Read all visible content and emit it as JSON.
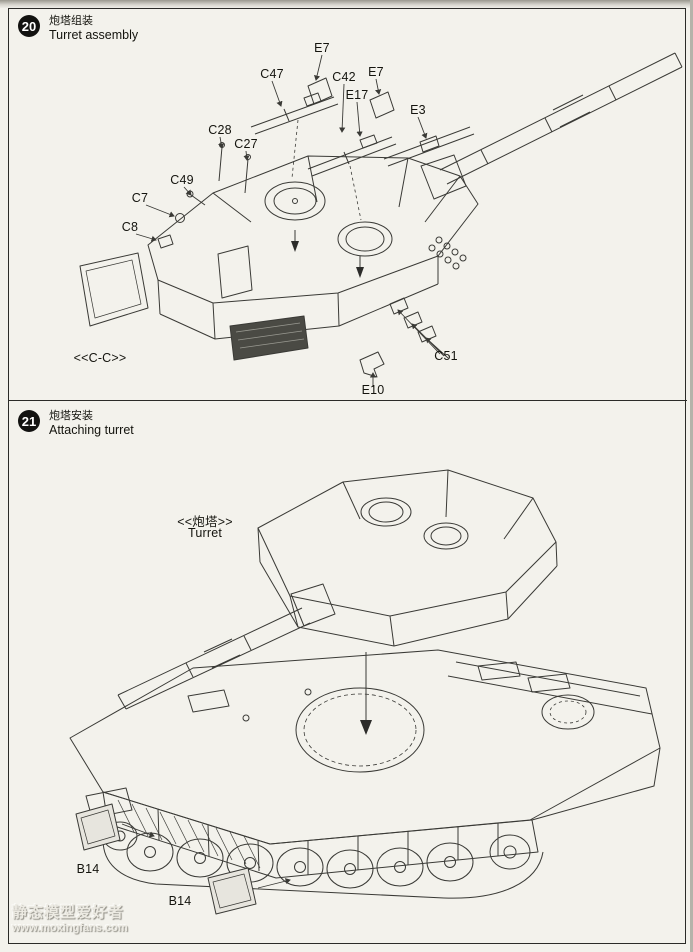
{
  "page": {
    "watermark": {
      "name": "静态模型爱好者",
      "url": "www.moxingfans.com"
    }
  },
  "panels": [
    {
      "step_number": "20",
      "title_zh": "炮塔组装",
      "title_en": "Turret assembly",
      "labels": [
        {
          "text": "E7"
        },
        {
          "text": "C47"
        },
        {
          "text": "C42"
        },
        {
          "text": "E7"
        },
        {
          "text": "E17"
        },
        {
          "text": "E3"
        },
        {
          "text": "C28"
        },
        {
          "text": "C27"
        },
        {
          "text": "C49"
        },
        {
          "text": "C7"
        },
        {
          "text": "C8"
        },
        {
          "text": "<<C-C>>"
        },
        {
          "text": "C51"
        },
        {
          "text": "E10"
        }
      ]
    },
    {
      "step_number": "21",
      "title_zh": "炮塔安装",
      "title_en": "Attaching turret",
      "labels": [
        {
          "text": "<<炮塔>>"
        },
        {
          "text": "Turret"
        },
        {
          "text": "B14"
        },
        {
          "text": "B14"
        }
      ]
    }
  ]
}
